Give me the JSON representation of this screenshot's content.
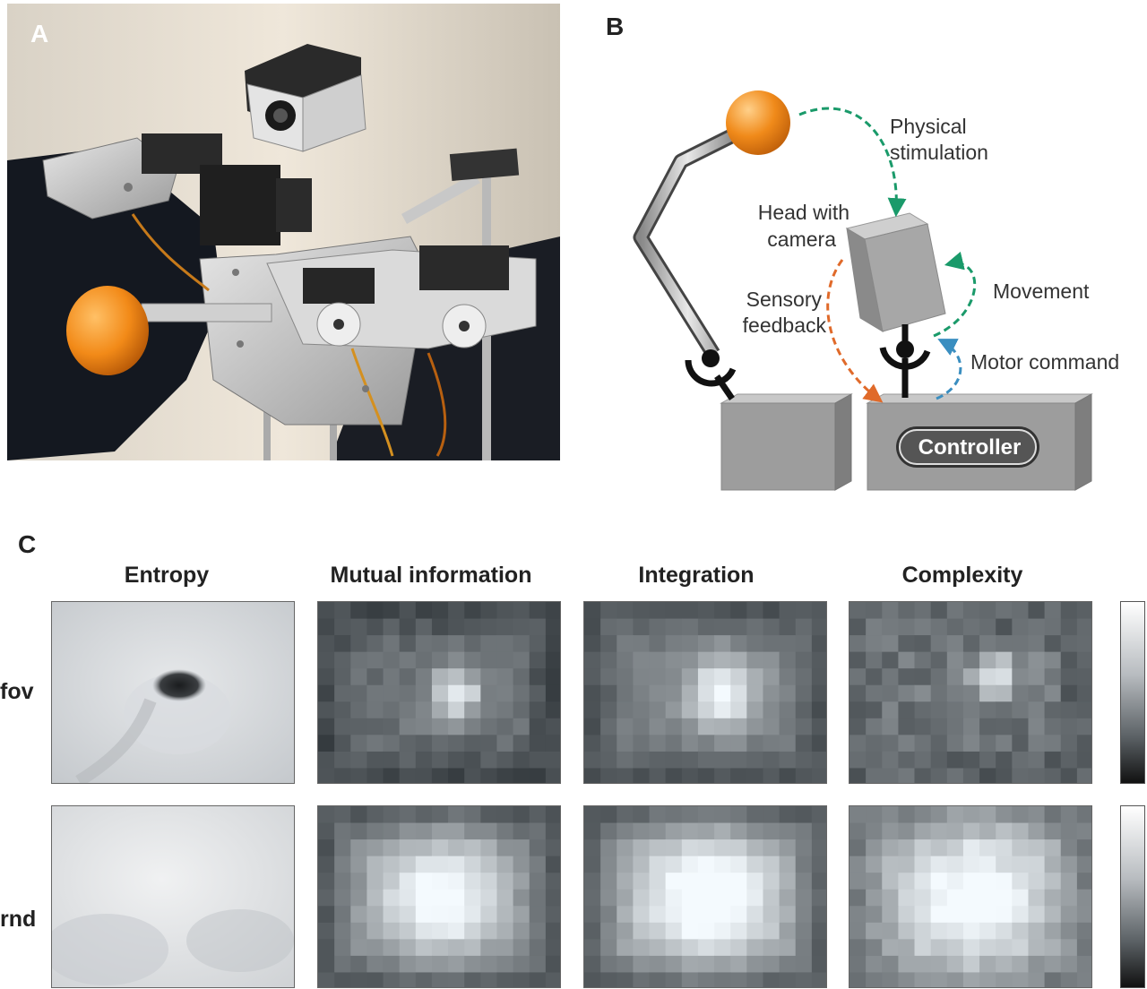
{
  "panels": {
    "a": {
      "letter": "A"
    },
    "b": {
      "letter": "B",
      "labels": {
        "physical_stimulation": [
          "Physical",
          "stimulation"
        ],
        "head_with_camera": [
          "Head with",
          "camera"
        ],
        "sensory_feedback": [
          "Sensory",
          "feedback"
        ],
        "movement": "Movement",
        "motor_command": "Motor command",
        "controller": "Controller"
      },
      "colors": {
        "physical_stimulation_arrow": "#1a9a6a",
        "movement_arrow": "#1a9a6a",
        "sensory_feedback_arrow": "#e06a2a",
        "motor_command_arrow": "#3a8ec0",
        "ball": "#f08a1a"
      }
    },
    "c": {
      "letter": "C",
      "columns": [
        "Entropy",
        "Mutual information",
        "Integration",
        "Complexity"
      ],
      "rows": [
        "fov",
        "rnd"
      ]
    }
  }
}
